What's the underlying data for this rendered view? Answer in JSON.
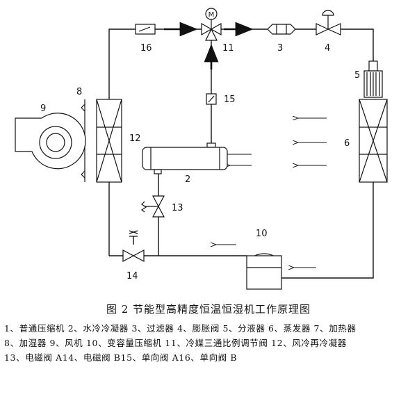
{
  "diagram": {
    "labels": {
      "l1": "11",
      "l2": "2",
      "l3": "3",
      "l4": "4",
      "l5": "5",
      "l6": "6",
      "l8": "8",
      "l9": "9",
      "l10": "10",
      "l12": "12",
      "l13": "13",
      "l14": "14",
      "l15": "15",
      "l16": "16"
    },
    "motor_symbol": "M"
  },
  "caption": "图 2   节能型高精度恒温恒湿机工作原理图",
  "legend": {
    "line1": "1、普通压缩机 2、水冷冷凝器 3、过滤器 4、膨胀阀 5、分液器 6、蒸发器 7、加热器",
    "line2": "8、加湿器 9、风机 10、变容量压缩机 11、冷媒三通比例调节阀 12、风冷再冷凝器",
    "line3": "13、电磁阀 A14、电磁阀 B15、单向阀 A16、单向阀 B"
  }
}
